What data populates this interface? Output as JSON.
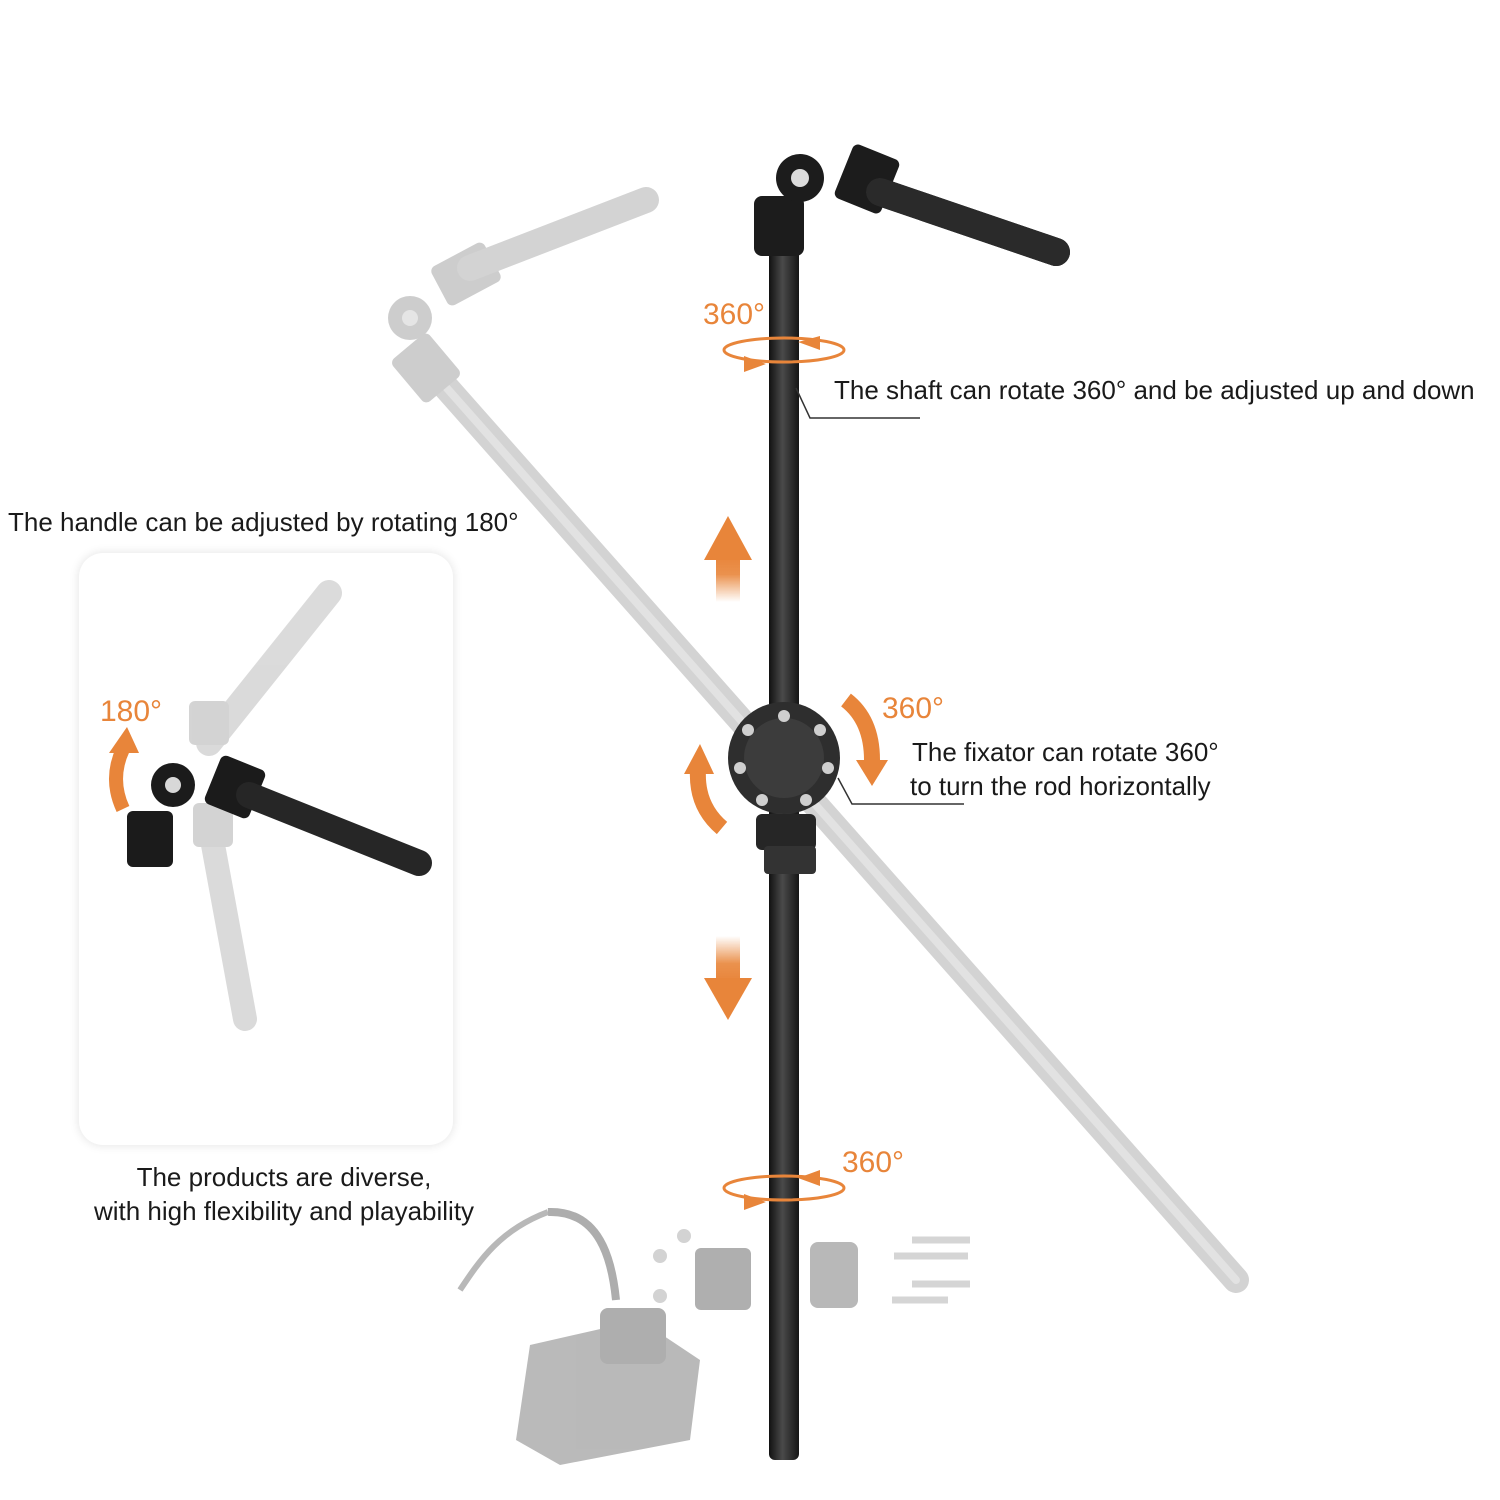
{
  "labels": {
    "shaft_rotate": "The shaft can rotate 360° and be adjusted up and down",
    "handle_rotate": "The handle can be adjusted by rotating 180°",
    "fixator_line1": "The fixator can rotate 360°",
    "fixator_line2": "to turn the rod horizontally",
    "products_line1": "The products are diverse,",
    "products_line2": "with high flexibility and playability"
  },
  "angles": {
    "top_rotation": "360°",
    "fixator_rotation": "360°",
    "bottom_rotation": "360°",
    "handle_rotation": "180°"
  },
  "colors": {
    "accent": "#e8853a",
    "rod_dark": "#2b2b2b",
    "rod_ghost": "#c4c4c4",
    "leader_line": "#333333"
  },
  "icons": [
    "rotation-arrow-icon",
    "up-arrow-icon",
    "down-arrow-icon",
    "curved-arrow-icon"
  ]
}
